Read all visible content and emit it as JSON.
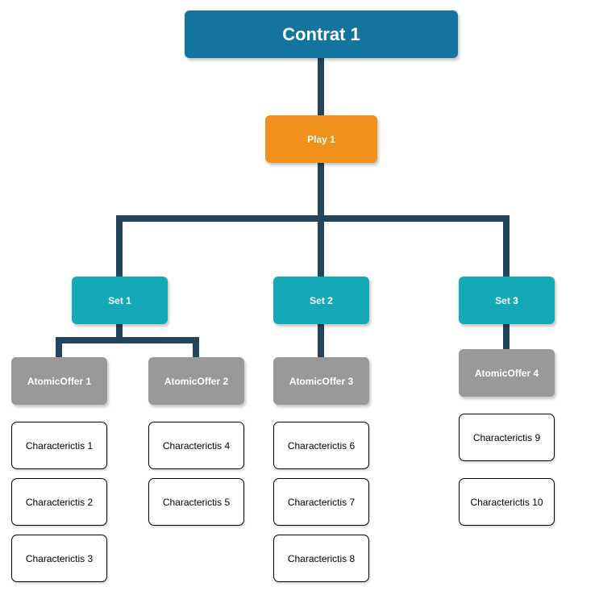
{
  "colors": {
    "root": "#13759f",
    "play": "#f0901d",
    "set": "#14a9b6",
    "offer": "#999999",
    "connector": "#23445d"
  },
  "contract": {
    "label": "Contrat 1"
  },
  "play": {
    "label": "Play 1"
  },
  "sets": [
    {
      "label": "Set 1"
    },
    {
      "label": "Set 2"
    },
    {
      "label": "Set 3"
    }
  ],
  "offers": [
    {
      "label": "AtomicOffer 1",
      "set": 1
    },
    {
      "label": "AtomicOffer 2",
      "set": 1
    },
    {
      "label": "AtomicOffer 3",
      "set": 2
    },
    {
      "label": "AtomicOffer 4",
      "set": 3
    }
  ],
  "characteristics": [
    {
      "label": "Characterictis 1",
      "offer": 1
    },
    {
      "label": "Characterictis 2",
      "offer": 1
    },
    {
      "label": "Characterictis 3",
      "offer": 1
    },
    {
      "label": "Characterictis 4",
      "offer": 2
    },
    {
      "label": "Characterictis 5",
      "offer": 2
    },
    {
      "label": "Characterictis 6",
      "offer": 3
    },
    {
      "label": "Characterictis 7",
      "offer": 3
    },
    {
      "label": "Characterictis 8",
      "offer": 3
    },
    {
      "label": "Characterictis 9",
      "offer": 4
    },
    {
      "label": "Characterictis 10",
      "offer": 4
    }
  ]
}
